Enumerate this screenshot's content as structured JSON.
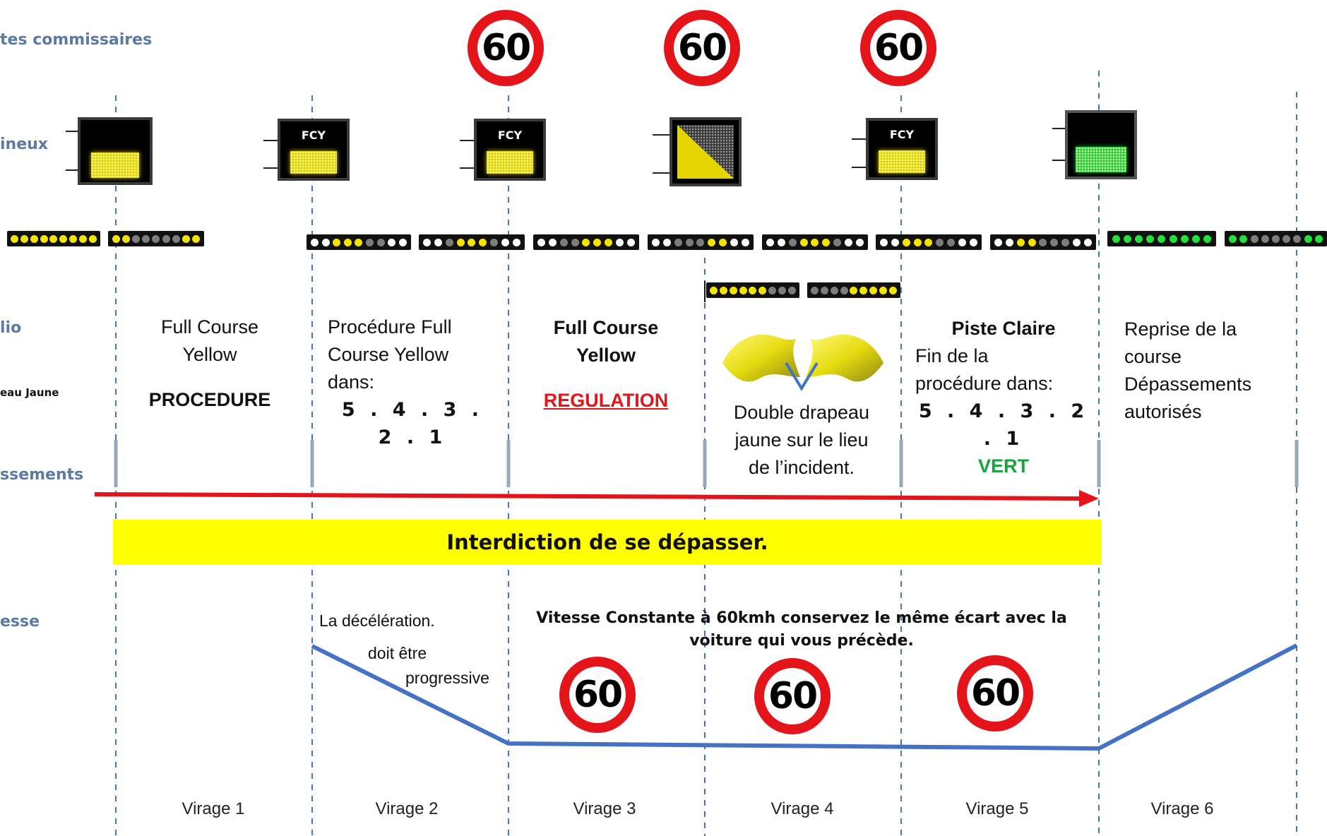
{
  "row_labels": {
    "commissaires": "tes commissaires",
    "lumineux": "ineux",
    "radio": "lio",
    "drapeau": "eau Jaune",
    "depassements": "ssements",
    "vitesse": "esse"
  },
  "speed_sign_value": "60",
  "panel_tag": "FCY",
  "columns": {
    "c1": {
      "line1": "Full Course",
      "line2": "Yellow",
      "line3": "PROCEDURE"
    },
    "c2": {
      "line1": "Procédure Full",
      "line2": "Course Yellow",
      "line3": "dans:",
      "countdown": "5 . 4 . 3 . 2 . 1"
    },
    "c3": {
      "line1": "Full Course",
      "line2": "Yellow",
      "line3": "REGULATION"
    },
    "c4": {
      "line1": "Double drapeau",
      "line2": "jaune  sur le lieu",
      "line3": "de l’incident."
    },
    "c5": {
      "line1": "Piste Claire",
      "line2": "Fin de la",
      "line3": "procédure dans:",
      "countdown": "5 . 4 . 3 . 2 . 1",
      "status": "VERT"
    },
    "c6": {
      "line1": "Reprise de la",
      "line2": "course",
      "line3": "Dépassements",
      "line4": "autorisés"
    }
  },
  "banner": "Interdiction de se dépasser.",
  "speed_notes": {
    "decel1": "La décélération.",
    "decel2": "doit être",
    "decel3": "progressive",
    "constant1": "Vitesse Constante à 60kmh conservez le même écart avec la",
    "constant2": "voiture qui vous précède."
  },
  "virages": [
    "Virage 1",
    "Virage 2",
    "Virage 3",
    "Virage 4",
    "Virage 5",
    "Virage 6"
  ],
  "colors": {
    "accent_red": "#e3151a",
    "banner_yellow": "#ffff00",
    "speed_line": "#4472c4",
    "label_blue": "#5b7ba4",
    "status_green": "#14a53b"
  }
}
